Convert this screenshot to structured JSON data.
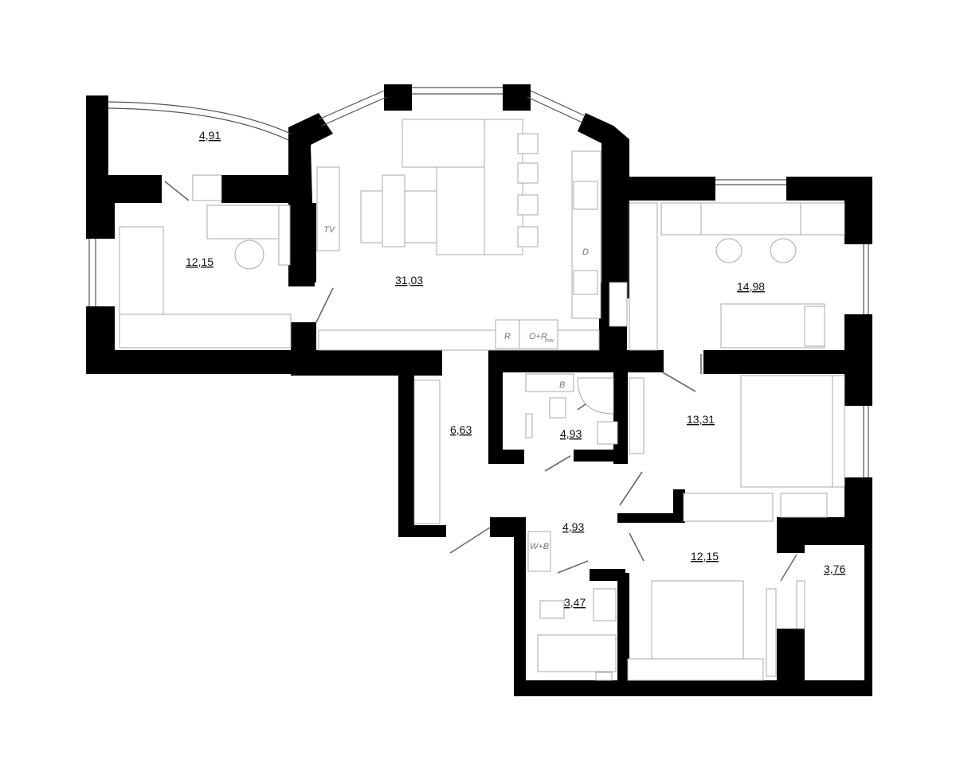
{
  "plan": {
    "rooms": [
      {
        "id": "balcony-left",
        "area": "4,91"
      },
      {
        "id": "study",
        "area": "12,15"
      },
      {
        "id": "living-kitchen",
        "area": "31,03"
      },
      {
        "id": "bedroom-top-right",
        "area": "14,98"
      },
      {
        "id": "hall",
        "area": "6,63"
      },
      {
        "id": "bathroom-small",
        "area": "4,93"
      },
      {
        "id": "room-right",
        "area": "13,31"
      },
      {
        "id": "corridor",
        "area": "4,93"
      },
      {
        "id": "bathroom-bottom",
        "area": "3,47"
      },
      {
        "id": "bedroom-bottom",
        "area": "12,15"
      },
      {
        "id": "balcony-right",
        "area": "3,76"
      }
    ],
    "fixture_labels": {
      "tv": "TV",
      "dishwasher": "D",
      "fridge": "R",
      "oven": "O+R",
      "oven_sub": "mw",
      "boiler": "B",
      "washer": "W+B"
    }
  }
}
